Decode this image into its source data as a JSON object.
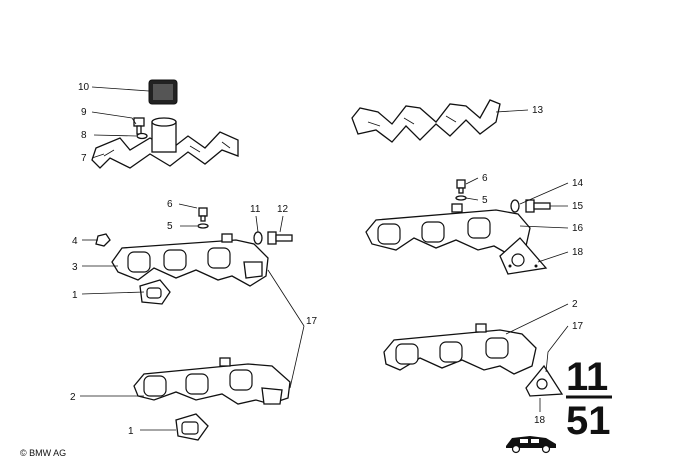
{
  "callouts": {
    "n1a": "1",
    "n1b": "1",
    "n2a": "2",
    "n2b": "2",
    "n3": "3",
    "n4": "4",
    "n5a": "5",
    "n5b": "5",
    "n6a": "6",
    "n6b": "6",
    "n7": "7",
    "n8": "8",
    "n9": "9",
    "n10": "10",
    "n11": "11",
    "n12": "12",
    "n13": "13",
    "n14": "14",
    "n15": "15",
    "n16": "16",
    "n17a": "17",
    "n17b": "17",
    "n18a": "18",
    "n18b": "18"
  },
  "group": {
    "top": "11",
    "bottom": "51"
  },
  "copyright": "© BMW AG"
}
